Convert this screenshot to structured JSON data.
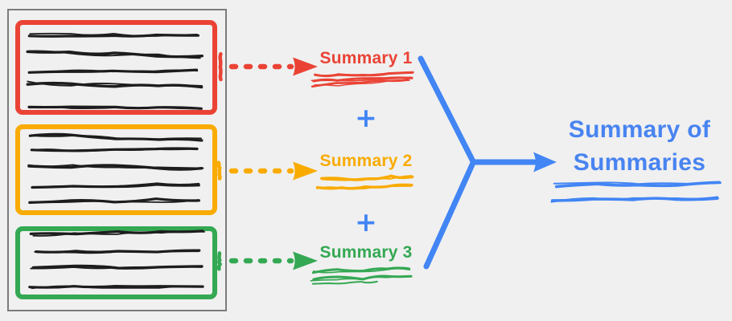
{
  "palette": {
    "red": "#EA4335",
    "yellow": "#F9AB00",
    "green": "#34A853",
    "blue": "#4285F4",
    "ink": "#1d1d1d",
    "frame": "#7b7b7b",
    "background": "#f0f0f0"
  },
  "document_panel": {
    "chunks": [
      {
        "name": "chunk-1",
        "outline_color": "#EA4335",
        "text_line_count": 5
      },
      {
        "name": "chunk-2",
        "outline_color": "#F9AB00",
        "text_line_count": 5
      },
      {
        "name": "chunk-3",
        "outline_color": "#34A853",
        "text_line_count": 4
      }
    ]
  },
  "summaries": [
    {
      "label": "Summary 1",
      "color": "#EA4335"
    },
    {
      "label": "Summary 2",
      "color": "#F9AB00"
    },
    {
      "label": "Summary 3",
      "color": "#34A853"
    }
  ],
  "operators": [
    "+",
    "+"
  ],
  "result": {
    "label": "Summary of Summaries",
    "color": "#4285F4"
  }
}
